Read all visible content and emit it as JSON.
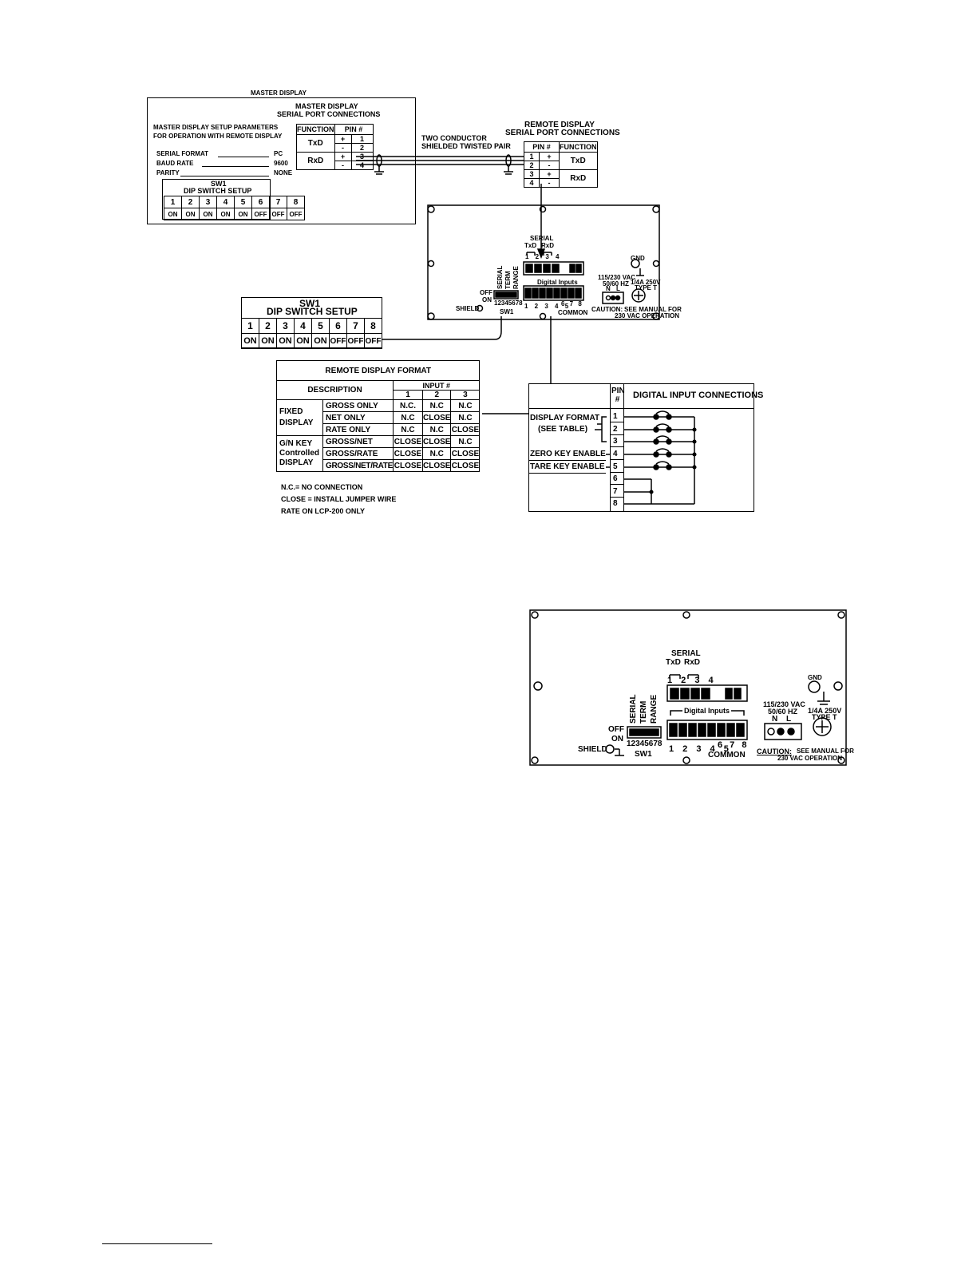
{
  "master_caption": "MASTER DISPLAY",
  "master": {
    "title_line1": "MASTER DISPLAY",
    "title_line2": "SERIAL PORT CONNECTIONS",
    "setup_title_line1": "MASTER DISPLAY SETUP PARAMETERS",
    "setup_title_line2": "FOR OPERATION WITH REMOTE DISPLAY",
    "params": [
      {
        "label": "SERIAL FORMAT",
        "value": "PC"
      },
      {
        "label": "BAUD RATE",
        "value": "9600"
      },
      {
        "label": "PARITY",
        "value": "NONE"
      }
    ],
    "port_headers": {
      "function": "FUNCTION",
      "pin": "PIN #"
    },
    "port_functions": [
      "TxD",
      "RxD"
    ],
    "port_pins": [
      {
        "pin": "1",
        "sign": "+"
      },
      {
        "pin": "2",
        "sign": "-"
      },
      {
        "pin": "3",
        "sign": "+"
      },
      {
        "pin": "4",
        "sign": "-"
      }
    ],
    "sw_title_line1": "SW1",
    "sw_title_line2": "DIP SWITCH SETUP",
    "sw_numbers": [
      "1",
      "2",
      "3",
      "4",
      "5",
      "6",
      "7",
      "8"
    ],
    "sw_states": [
      "ON",
      "ON",
      "ON",
      "ON",
      "ON",
      "OFF",
      "OFF",
      "OFF"
    ]
  },
  "cable_label_line1": "TWO CONDUCTOR",
  "cable_label_line2": "SHIELDED TWISTED PAIR",
  "remote": {
    "title_line1": "REMOTE DISPLAY",
    "title_line2": "SERIAL PORT CONNECTIONS",
    "headers": {
      "pin": "PIN #",
      "function": "FUNCTION"
    },
    "pins": [
      {
        "pin": "1",
        "sign": "+"
      },
      {
        "pin": "2",
        "sign": "-"
      },
      {
        "pin": "3",
        "sign": "+"
      },
      {
        "pin": "4",
        "sign": "-"
      }
    ],
    "functions": [
      "TxD",
      "RxD"
    ]
  },
  "panel": {
    "serial": "SERIAL",
    "txd": "TxD",
    "rxd": "RxD",
    "serial_pins": "1 2 3 4",
    "sw_labels": [
      "SERIAL",
      "TERM",
      "RANGE"
    ],
    "off": "OFF",
    "on": "ON",
    "sw_numbers": "12345678",
    "shield": "SHIELD",
    "sw1": "SW1",
    "digital_inputs": "Digital Inputs",
    "input_numbers": "1 2 3 4 5",
    "input_numbers_tail": "6 7 8",
    "common": "COMMON",
    "voltage": "115/230 VAC",
    "freq": "50/60 HZ",
    "n": "N",
    "l": "L",
    "gnd": "GND",
    "fuse": "1/4A 250V",
    "fuse_type": "TYPE T",
    "caution_label": "CAUTION:",
    "caution_line1": "SEE MANUAL FOR",
    "caution_line2": "230 VAC OPERATION"
  },
  "sw1_setup": {
    "title_line1": "SW1",
    "title_line2": "DIP SWITCH SETUP",
    "numbers": [
      "1",
      "2",
      "3",
      "4",
      "5",
      "6",
      "7",
      "8"
    ],
    "states": [
      "ON",
      "ON",
      "ON",
      "ON",
      "ON",
      "OFF",
      "OFF",
      "OFF"
    ]
  },
  "format_table": {
    "title": "REMOTE DISPLAY FORMAT",
    "description": "DESCRIPTION",
    "input": "INPUT #",
    "inputs": [
      "1",
      "2",
      "3"
    ],
    "group1_line1": "FIXED",
    "group1_line2": "DISPLAY",
    "group2_line1": "G/N KEY",
    "group2_line2": "Controlled",
    "group2_line3": "DISPLAY",
    "rows": [
      {
        "name": "GROSS ONLY",
        "v": [
          "N.C.",
          "N.C",
          "N.C"
        ]
      },
      {
        "name": "NET ONLY",
        "v": [
          "N.C",
          "CLOSE",
          "N.C"
        ]
      },
      {
        "name": "RATE ONLY",
        "v": [
          "N.C",
          "N.C",
          "CLOSE"
        ]
      },
      {
        "name": "GROSS/NET",
        "v": [
          "CLOSE",
          "CLOSE",
          "N.C"
        ]
      },
      {
        "name": "GROSS/RATE",
        "v": [
          "CLOSE",
          "N.C",
          "CLOSE"
        ]
      },
      {
        "name": "GROSS/NET/RATE",
        "v": [
          "CLOSE",
          "CLOSE",
          "CLOSE"
        ]
      }
    ]
  },
  "notes": [
    "N.C.= NO CONNECTION",
    "CLOSE = INSTALL JUMPER WIRE",
    "RATE ON LCP-200 ONLY"
  ],
  "digital": {
    "pin_header": "PIN #",
    "title": "DIGITAL INPUT CONNECTIONS",
    "pins": [
      "1",
      "2",
      "3",
      "4",
      "5",
      "6",
      "7",
      "8"
    ],
    "display_format": "DISPLAY FORMAT",
    "see_table": "(SEE TABLE)",
    "zero": "ZERO KEY ENABLE",
    "tare": "TARE KEY ENABLE"
  }
}
